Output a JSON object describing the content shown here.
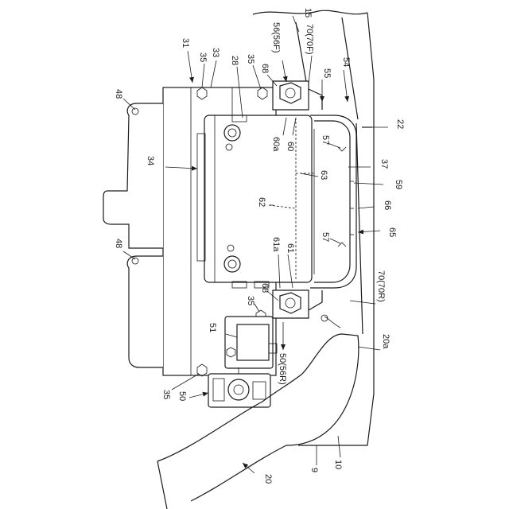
{
  "labels": {
    "l15": "15",
    "l56": "56(56F)",
    "l31": "31",
    "l33": "33",
    "l35a": "35",
    "l28": "28",
    "l35b": "35",
    "l68a": "68",
    "l70f": "70(70F)",
    "l55": "55",
    "l54": "54",
    "l48a": "48",
    "l22": "22",
    "l60a": "60a",
    "l60": "60",
    "l57a": "57",
    "l34": "34",
    "l37": "37",
    "l63": "63",
    "l59": "59",
    "l62": "62",
    "l66": "66",
    "l65": "65",
    "l57b": "57",
    "l48b": "48",
    "l61a": "61a",
    "l61": "61",
    "l68b": "68",
    "l35c": "35",
    "l70r": "70(70R)",
    "l51": "51",
    "l20a": "20a",
    "l50r": "50(56R)",
    "l35d": "35",
    "l50": "50",
    "l9": "9",
    "l10": "10",
    "l20": "20"
  }
}
